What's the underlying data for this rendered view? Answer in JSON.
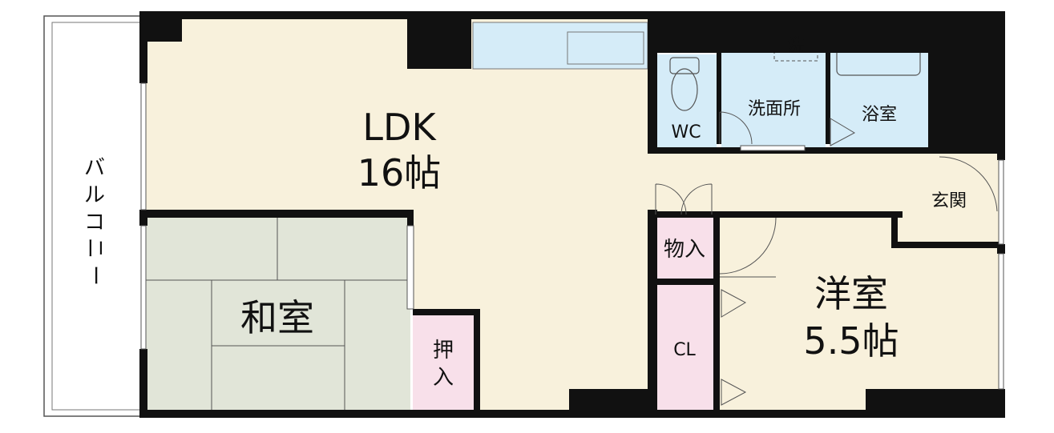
{
  "rooms": {
    "ldk": {
      "name": "LDK",
      "size": "16帖"
    },
    "washitsu": {
      "name": "和室"
    },
    "youshitsu": {
      "name": "洋室",
      "size": "5.5帖"
    },
    "oshiire": {
      "line1": "押",
      "line2": "入"
    },
    "monoire": {
      "name": "物入"
    },
    "closet": {
      "name": "CL"
    },
    "wc": {
      "name": "WC"
    },
    "senmenjo": {
      "name": "洗面所"
    },
    "washer": {
      "name": "洗"
    },
    "yokushitsu": {
      "name": "浴室"
    },
    "genkan": {
      "name": "玄関"
    },
    "balcony": {
      "chars": [
        "バ",
        "ル",
        "コ",
        "ニ",
        "ー"
      ]
    }
  },
  "colors": {
    "wall": "#111111",
    "ldk_floor": "#f8f1dc",
    "tatami": "#e1e5d8",
    "wet_area": "#d5ecf8",
    "storage": "#f8e0ea",
    "balcony": "#ffffff"
  }
}
